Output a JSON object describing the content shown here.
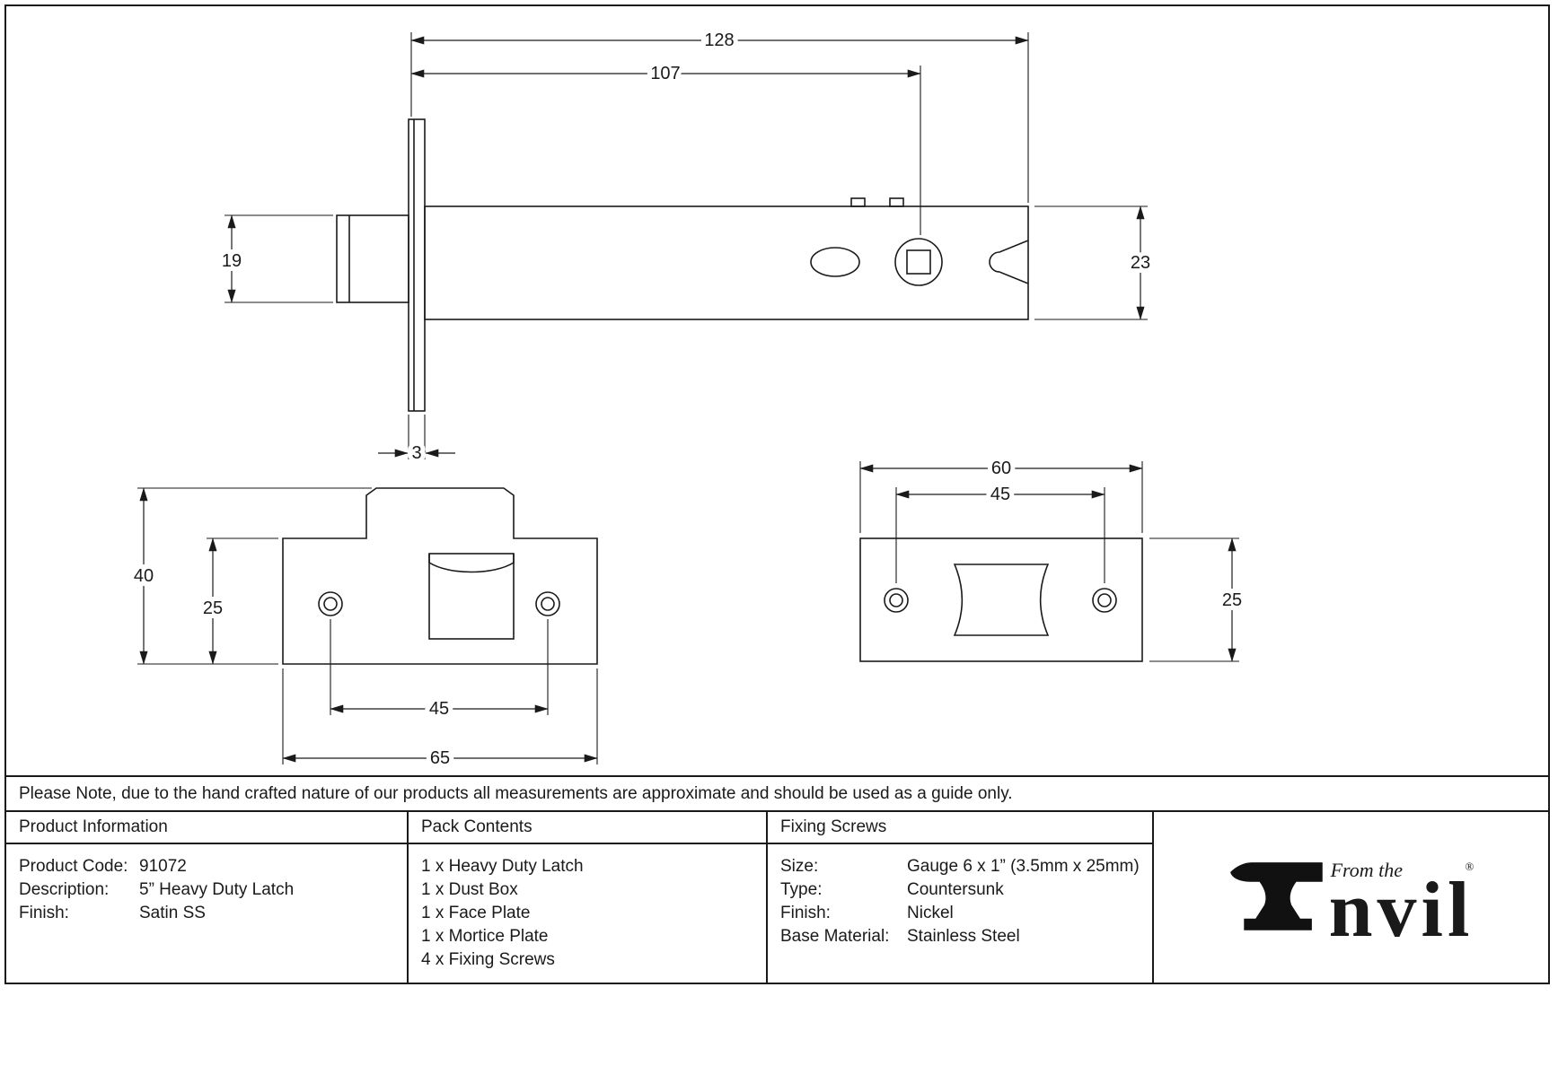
{
  "note": "Please Note, due to the hand crafted nature of our products all measurements are approximate and should be used as a guide only.",
  "dims": {
    "latch_overall": "128",
    "latch_backset": "107",
    "bolt_height": "19",
    "case_height": "23",
    "faceplate_thickness": "3",
    "faceplate_height": "40",
    "faceplate_inner_height": "25",
    "faceplate_hole_spacing": "45",
    "faceplate_width": "65",
    "strike_width": "60",
    "strike_hole_spacing": "45",
    "strike_height": "25"
  },
  "product_info": {
    "header": "Product Information",
    "rows": [
      {
        "label": "Product Code:",
        "value": "91072"
      },
      {
        "label": "Description:",
        "value": "5” Heavy Duty Latch"
      },
      {
        "label": "Finish:",
        "value": "Satin SS"
      }
    ]
  },
  "pack_contents": {
    "header": "Pack Contents",
    "items": [
      "1 x Heavy Duty Latch",
      "1 x Dust Box",
      "1 x Face Plate",
      "1 x Mortice Plate",
      "4 x Fixing Screws"
    ]
  },
  "fixing_screws": {
    "header": "Fixing Screws",
    "rows": [
      {
        "label": "Size:",
        "value": "Gauge 6 x 1” (3.5mm x 25mm)"
      },
      {
        "label": "Type:",
        "value": "Countersunk"
      },
      {
        "label": "Finish:",
        "value": "Nickel"
      },
      {
        "label": "Base Material:",
        "value": "Stainless Steel"
      }
    ]
  },
  "logo": {
    "from_the": "From the",
    "brand_rest": "nvil",
    "registered": "®"
  }
}
